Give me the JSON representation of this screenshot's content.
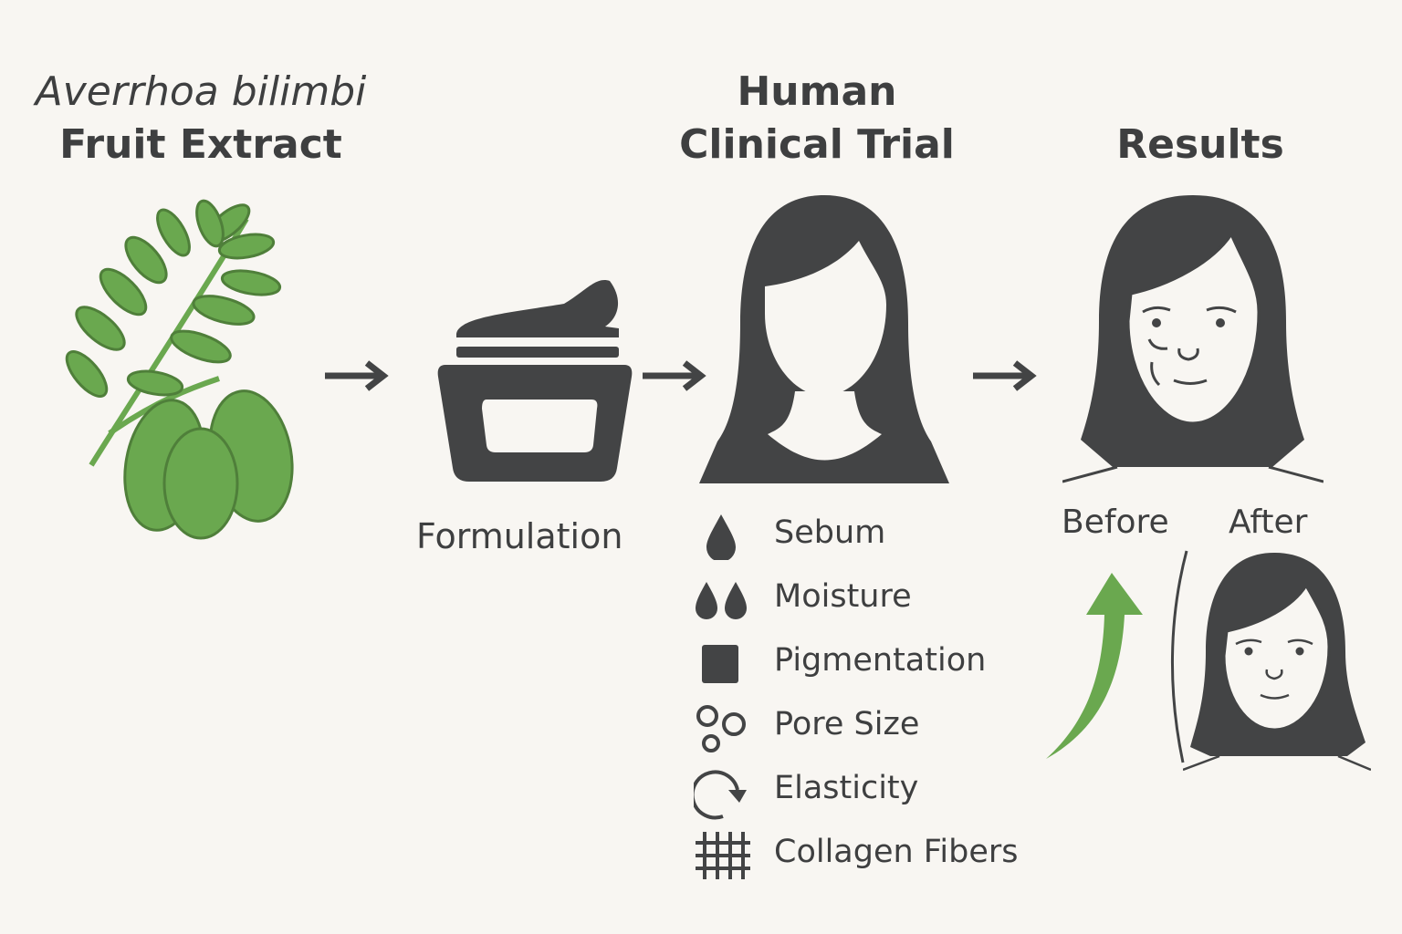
{
  "steps": {
    "extract": {
      "title_line1": "Averrhoa bilimbi",
      "title_line2": "Fruit Extract",
      "icon": "bilimbi-plant"
    },
    "formulation": {
      "label": "Formulation",
      "icon": "cream-jar"
    },
    "trial": {
      "title_line1": "Human",
      "title_line2": "Clinical Trial",
      "icon": "woman-silhouette"
    },
    "results": {
      "title": "Results",
      "icon": "woman-face",
      "before_label": "Before",
      "after_label": "After"
    }
  },
  "measures": [
    {
      "label": "Sebum",
      "icon": "drop"
    },
    {
      "label": "Moisture",
      "icon": "double-drop"
    },
    {
      "label": "Pigmentation",
      "icon": "square"
    },
    {
      "label": "Pore Size",
      "icon": "circles"
    },
    {
      "label": "Elasticity",
      "icon": "circular-arrow"
    },
    {
      "label": "Collagen Fibers",
      "icon": "grid"
    }
  ],
  "colors": {
    "ink": "#434445",
    "leaf": "#6aa84f",
    "background": "#f8f6f2"
  }
}
